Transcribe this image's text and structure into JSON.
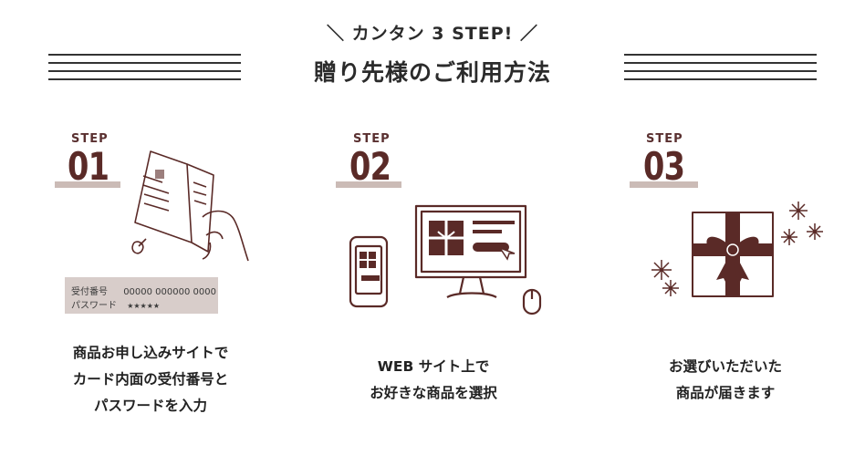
{
  "header": {
    "subtitle": "＼ カンタン 3 STEP! ／",
    "title": "贈り先様のご利用方法"
  },
  "steps": [
    {
      "label": "STEP",
      "number": "01",
      "description": [
        "商品お申し込みサイトで",
        "カード内面の受付番号と",
        "パスワードを入力"
      ],
      "card": {
        "number_label": "受付番号",
        "number_value": "00000 000000 0000",
        "password_label": "パスワード",
        "password_value": "★★★★★"
      }
    },
    {
      "label": "STEP",
      "number": "02",
      "description": [
        "WEB サイト上で",
        "お好きな商品を選択"
      ]
    },
    {
      "label": "STEP",
      "number": "03",
      "description": [
        "お選びいただいた",
        "商品が届きます"
      ]
    }
  ],
  "colors": {
    "accent": "#5a2a27",
    "bar": "#cbbbb6",
    "card": "#d8cdca"
  }
}
